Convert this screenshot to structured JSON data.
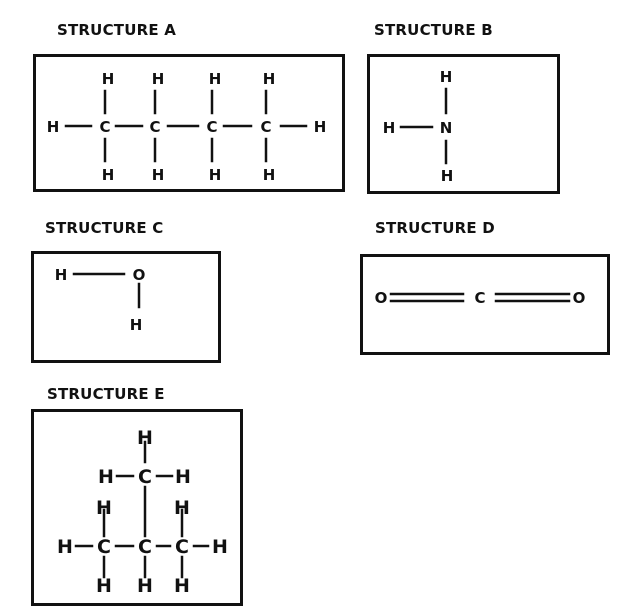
{
  "structures": {
    "a": {
      "label": "STRUCTURE A",
      "atoms": {
        "h": "H",
        "c": "C"
      }
    },
    "b": {
      "label": "STRUCTURE B",
      "atoms": {
        "h": "H",
        "n": "N"
      }
    },
    "c": {
      "label": "STRUCTURE C",
      "atoms": {
        "h": "H",
        "o": "O"
      }
    },
    "d": {
      "label": "STRUCTURE D",
      "atoms": {
        "o": "O",
        "c": "C"
      }
    },
    "e": {
      "label": "STRUCTURE E",
      "atoms": {
        "h": "H",
        "c": "C"
      }
    }
  }
}
